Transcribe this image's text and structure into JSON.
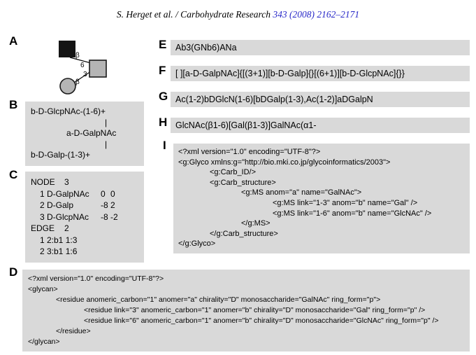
{
  "header": {
    "authors": "S. Herget et al. / Carbohydrate Research ",
    "citation": "343 (2008) 2162–2171"
  },
  "panels": {
    "a": {
      "label": "A",
      "anomer_top": "β",
      "linkage_top": "6",
      "anomer_bottom": "β",
      "linkage_bottom": "3"
    },
    "b": {
      "label": "B",
      "lines": [
        "b-D-GlcpNAc-(1-6)+",
        "|",
        "a-D-GalpNAc",
        "|",
        "b-D-Galp-(1-3)+"
      ]
    },
    "c": {
      "label": "C",
      "node_keyword": "NODE",
      "node_count": "3",
      "nodes": [
        {
          "idx": "1",
          "name": "D-GalpNAc",
          "x": "0",
          "y": "0"
        },
        {
          "idx": "2",
          "name": "D-Galp",
          "x": "-8",
          "y": "2"
        },
        {
          "idx": "3",
          "name": "D-GlcpNAc",
          "x": "-8",
          "y": "-2"
        }
      ],
      "edge_keyword": "EDGE",
      "edge_count": "2",
      "edges": [
        {
          "idx": "1",
          "value": "2:b1 1:3"
        },
        {
          "idx": "2",
          "value": "3:b1 1:6"
        }
      ]
    },
    "d": {
      "label": "D",
      "lines": [
        "<?xml version=\"1.0\" encoding=\"UTF-8\"?>",
        "<glycan>",
        "<residue anomeric_carbon=\"1\" anomer=\"a\" chirality=\"D\" monosaccharide=\"GalNAc\" ring_form=\"p\">",
        "<residue link=\"3\" anomeric_carbon=\"1\" anomer=\"b\" chirality=\"D\" monosaccharide=\"Gal\" ring_form=\"p\" />",
        "<residue link=\"6\" anomeric_carbon=\"1\" anomer=\"b\" chirality=\"D\" monosaccharide=\"GlcNAc\" ring_form=\"p\" />",
        "</residue>",
        "</glycan>"
      ]
    },
    "e": {
      "label": "E",
      "text": "Ab3(GNb6)ANa"
    },
    "f": {
      "label": "F",
      "text": "[ ][a-D-GalpNAc]{[(3+1)][b-D-Galp]{}[(6+1)][b-D-GlcpNAc]{}}"
    },
    "g": {
      "label": "G",
      "text": "Ac(1-2)bDGlcN(1-6)[bDGalp(1-3),Ac(1-2)]aDGalpN"
    },
    "h": {
      "label": "H",
      "text": "GlcNAc(β1-6)[Gal(β1-3)]GalNAc(α1-"
    },
    "i": {
      "label": "I",
      "lines": [
        "<?xml version=\"1.0\" encoding=\"UTF-8\"?>",
        "<g:Glyco xmlns:g=\"http://bio.mki.co.jp/glycoinformatics/2003\">",
        "<g:Carb_ID/>",
        "<g:Carb_structure>",
        "<g:MS anom=\"a\" name=\"GalNAc\">",
        "<g:MS link=\"1-3\" anom=\"b\" name=\"Gal\" />",
        "<g:MS link=\"1-6\" anom=\"b\" name=\"GlcNAc\" />",
        "</g:MS>",
        "</g:Carb_structure>",
        "</g:Glyco>"
      ]
    }
  },
  "colors": {
    "box_bg": "#d9d9d9",
    "citation_blue": "#2828c8",
    "shape_gray": "#b5b5b5",
    "shape_black": "#141414"
  }
}
